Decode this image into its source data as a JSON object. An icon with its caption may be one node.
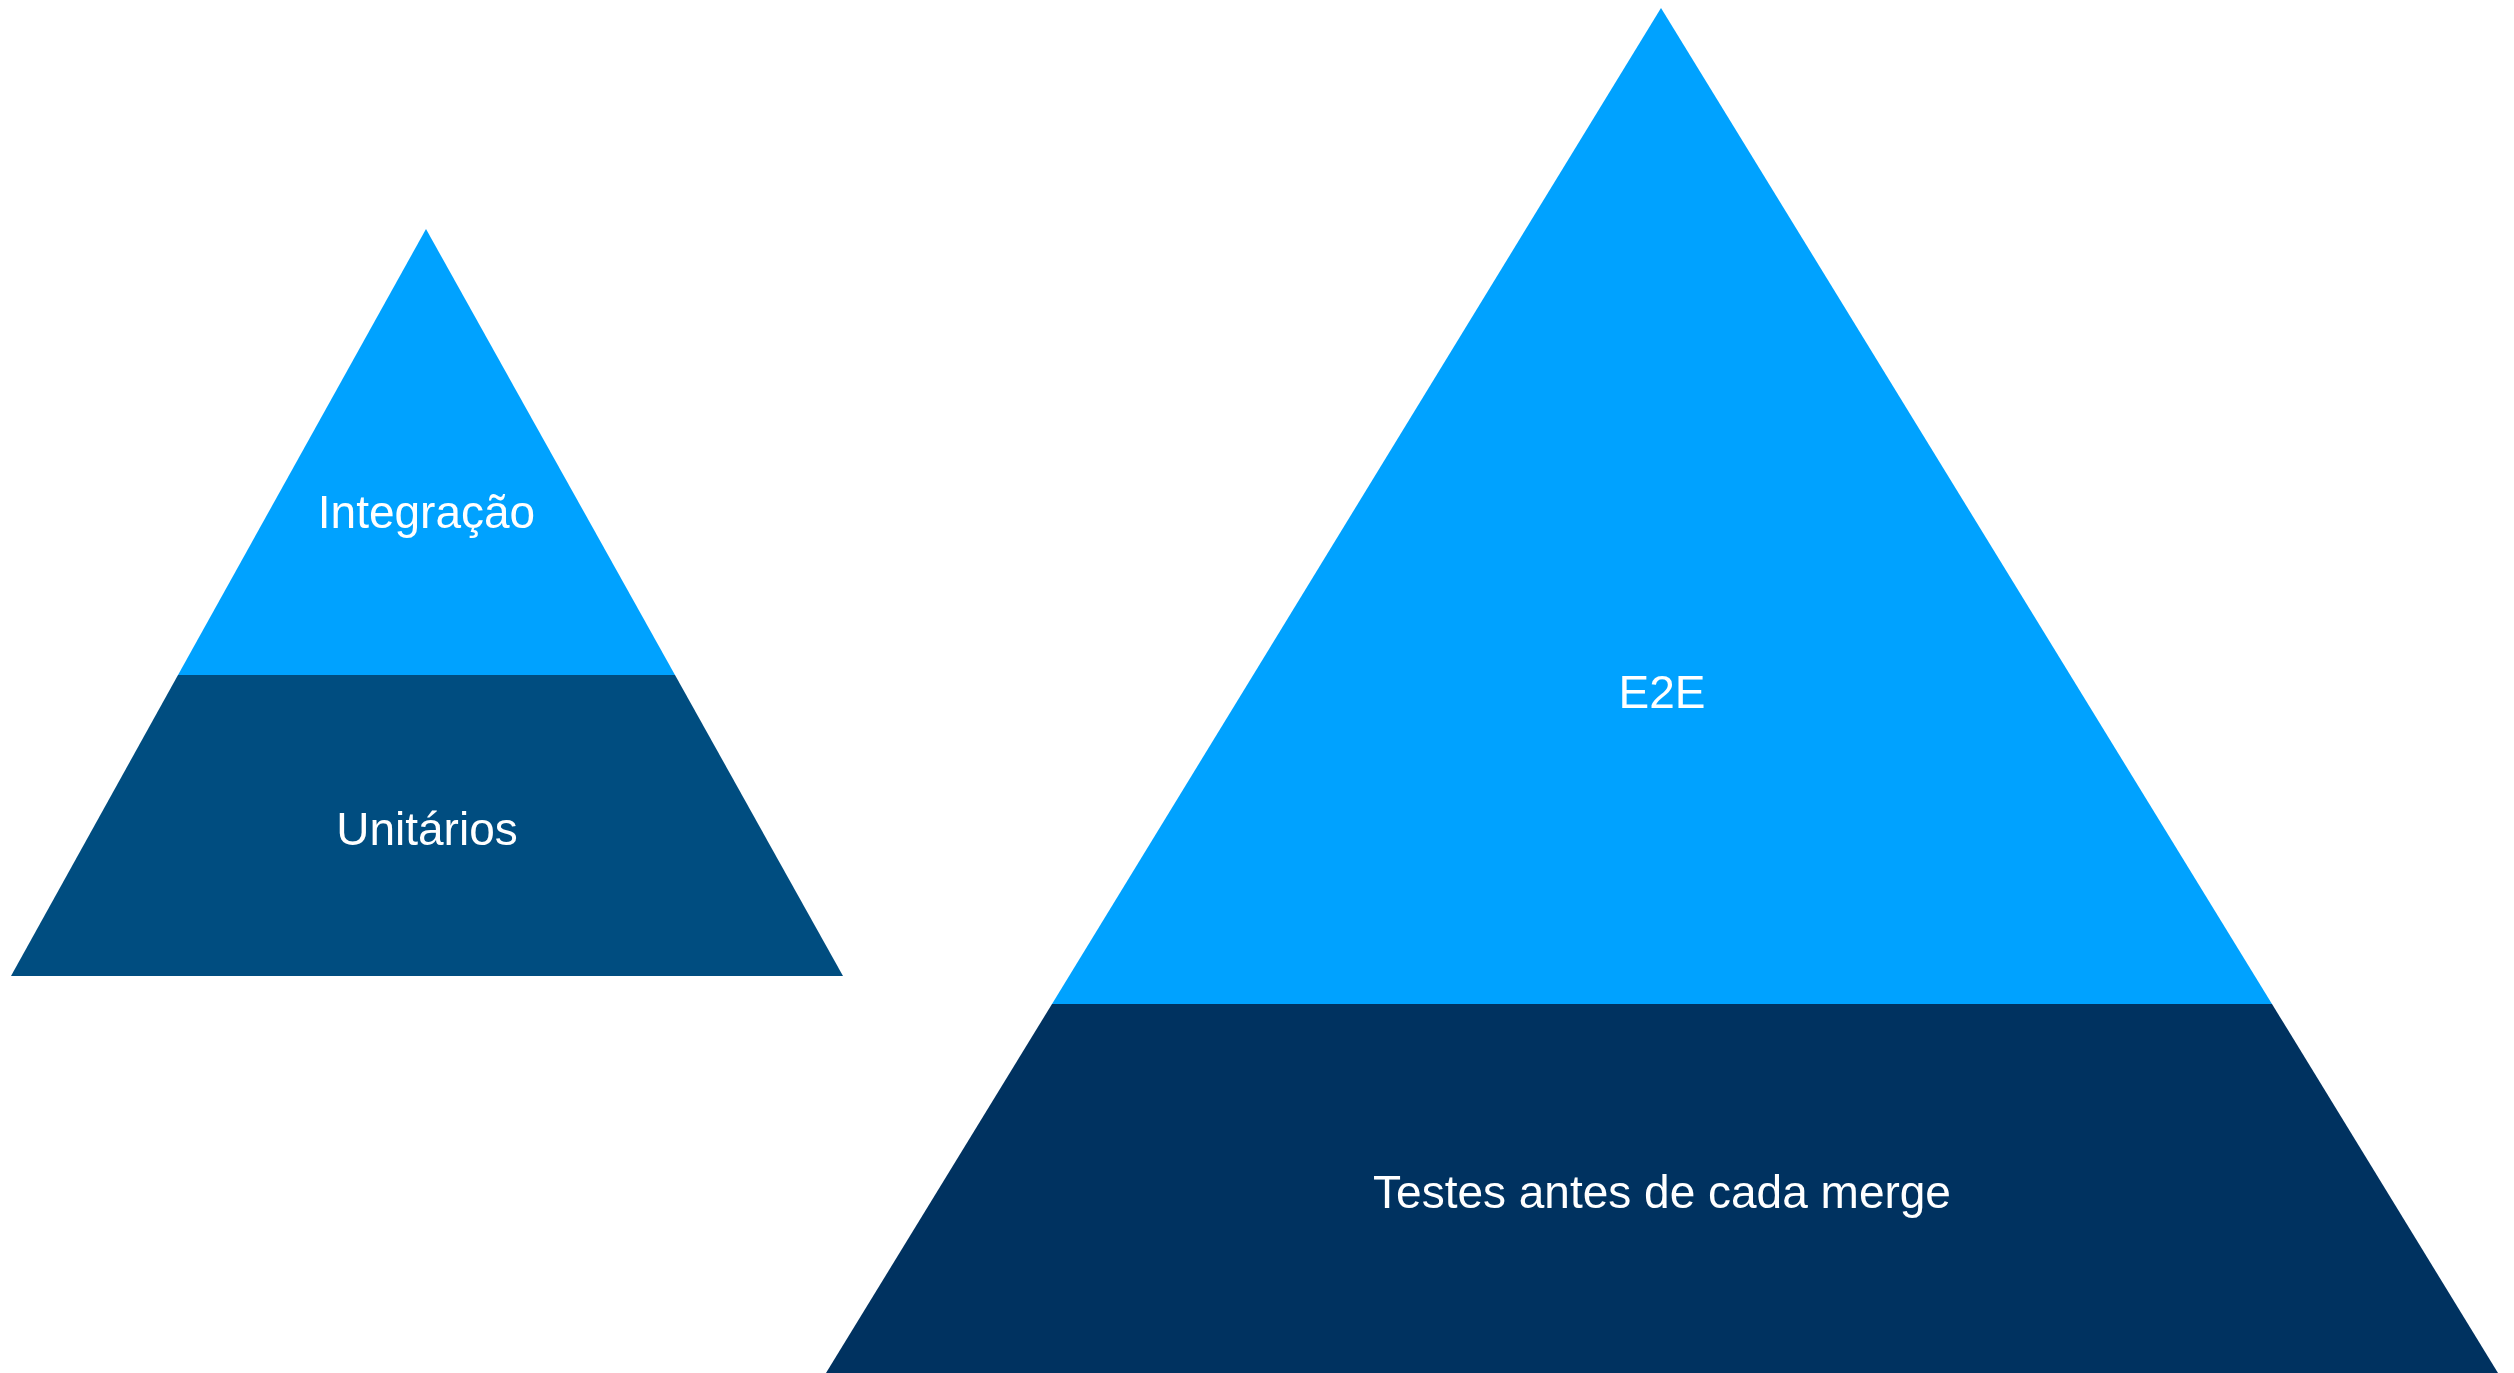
{
  "diagram": {
    "nodes": [
      {
        "text": [
          "Integração"
        ]
      },
      {
        "text": [
          "Unitários"
        ]
      },
      {
        "text": [
          "E2E"
        ]
      },
      {
        "text": [
          "Testes antes de cada merge"
        ]
      }
    ]
  }
}
